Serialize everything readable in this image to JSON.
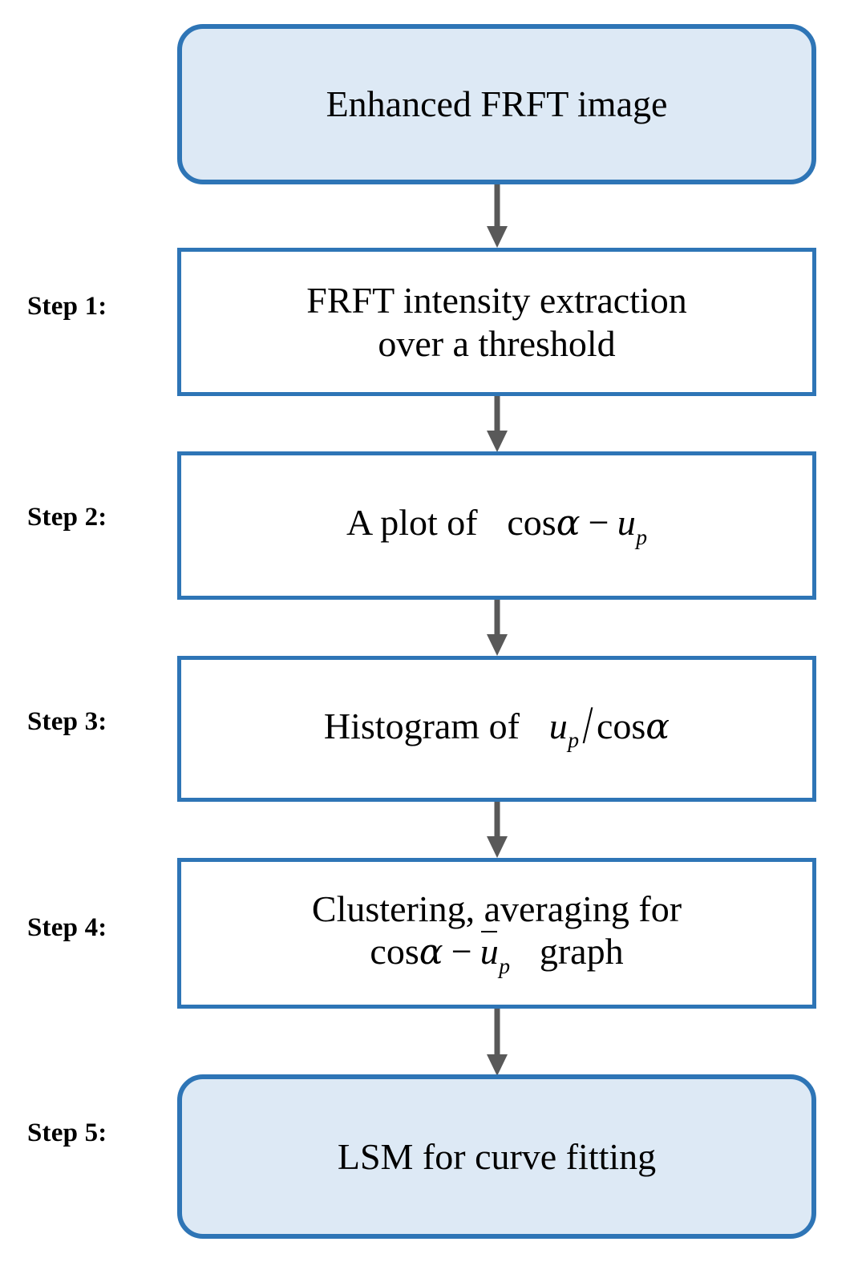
{
  "diagram": {
    "title": "FRFT image processing pipeline flowchart",
    "type": "flowchart",
    "orientation": "top-to-bottom",
    "colors": {
      "box_border": "#2e75b6",
      "terminal_fill": "#dde9f5",
      "process_fill": "#ffffff",
      "arrow": "#595959",
      "text": "#000000"
    },
    "nodes": [
      {
        "id": "start",
        "shape": "rounded-rectangle",
        "step_label": "",
        "text": "Enhanced FRFT image",
        "fill": "#dde9f5"
      },
      {
        "id": "step1",
        "shape": "rectangle",
        "step_label": "Step 1:",
        "text": "FRFT intensity extraction over a threshold",
        "line1": "FRFT intensity extraction",
        "line2": "over a threshold",
        "fill": "#ffffff"
      },
      {
        "id": "step2",
        "shape": "rectangle",
        "step_label": "Step 2:",
        "text": "A plot of cosα − u_p",
        "prefix": "A plot of",
        "math": "cosα−uₚ",
        "fill": "#ffffff"
      },
      {
        "id": "step3",
        "shape": "rectangle",
        "step_label": "Step 3:",
        "text": "Histogram of u_p / cosα",
        "prefix": "Histogram of",
        "math": "uₚ/cosα",
        "fill": "#ffffff"
      },
      {
        "id": "step4",
        "shape": "rectangle",
        "step_label": "Step 4:",
        "text": "Clustering, averaging for cosα − ū_p graph",
        "line1": "Clustering, averaging for",
        "line2": "cosα − ūₚ graph",
        "fill": "#ffffff"
      },
      {
        "id": "step5",
        "shape": "rounded-rectangle",
        "step_label": "Step 5:",
        "text": "LSM for curve fitting",
        "fill": "#dde9f5"
      }
    ],
    "edges": [
      {
        "from": "start",
        "to": "step1",
        "style": "solid-arrow-down"
      },
      {
        "from": "step1",
        "to": "step2",
        "style": "solid-arrow-down"
      },
      {
        "from": "step2",
        "to": "step3",
        "style": "solid-arrow-down"
      },
      {
        "from": "step3",
        "to": "step4",
        "style": "solid-arrow-down"
      },
      {
        "from": "step4",
        "to": "step5",
        "style": "solid-arrow-down"
      }
    ],
    "math_tokens": {
      "cos": "cos",
      "alpha": "α",
      "minus": "−",
      "u": "u",
      "p": "p",
      "slash": "/",
      "graph": "graph",
      "a_plot_of": "A plot of",
      "histogram_of": "Histogram of",
      "clustering_line": "Clustering, averaging for"
    }
  }
}
